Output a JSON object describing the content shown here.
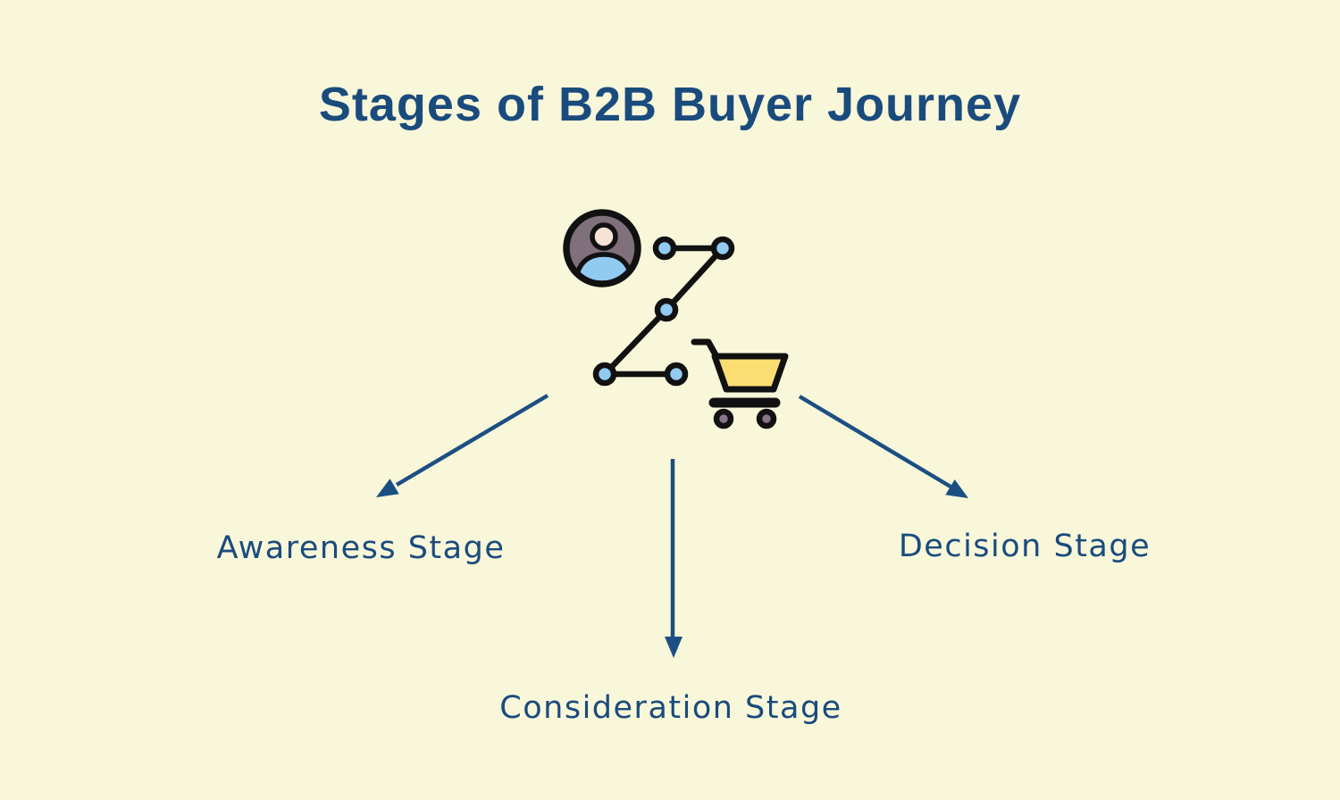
{
  "title": "Stages of B2B Buyer Journey",
  "stages": [
    {
      "name": "awareness",
      "label": "Awareness Stage",
      "position": "bottom-left"
    },
    {
      "name": "consideration",
      "label": "Consideration Stage",
      "position": "bottom-center"
    },
    {
      "name": "decision",
      "label": "Decision Stage",
      "position": "bottom-right"
    }
  ],
  "center_icon": {
    "description": "B2B buyer journey illustration: user avatar, zigzag journey path with nodes, shopping cart",
    "parts": [
      "user-avatar-icon",
      "journey-path-icon",
      "shopping-cart-icon"
    ]
  },
  "colors": {
    "background": "#F9F7DA",
    "navy_text": "#1A4B7D",
    "arrow_navy": "#1B4F82",
    "icon_outline": "#111111",
    "node_blue": "#92CBF2",
    "avatar_bg": "#7F707C",
    "avatar_face": "#F7E3D6",
    "avatar_body": "#92CBF2",
    "cart_yellow": "#FBDE72",
    "wheel_hub": "#8A7387"
  }
}
